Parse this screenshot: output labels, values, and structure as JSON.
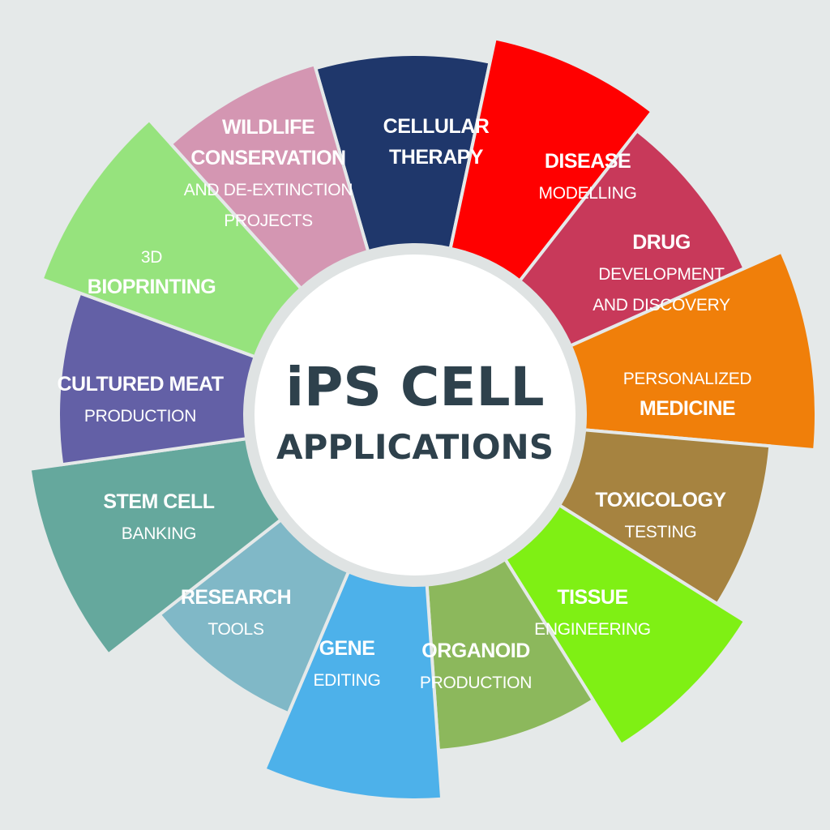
{
  "center": {
    "line1": "iPS CELL",
    "line2": "APPLICATIONS"
  },
  "segments": [
    {
      "id": "cellular-therapy",
      "color": "#1f376b",
      "lines": [
        {
          "text": "CELLULAR",
          "bold": true
        },
        {
          "text": "THERAPY",
          "bold": true
        }
      ]
    },
    {
      "id": "disease-modelling",
      "color": "#ff0000",
      "lines": [
        {
          "text": "DISEASE",
          "bold": true
        },
        {
          "text": "MODELLING",
          "bold": false
        }
      ]
    },
    {
      "id": "drug-development",
      "color": "#c8395a",
      "lines": [
        {
          "text": "DRUG",
          "bold": true
        },
        {
          "text": "DEVELOPMENT",
          "bold": false
        },
        {
          "text": "AND DISCOVERY",
          "bold": false
        }
      ]
    },
    {
      "id": "personalized-medicine",
      "color": "#f07f0a",
      "lines": [
        {
          "text": "PERSONALIZED",
          "bold": false
        },
        {
          "text": "MEDICINE",
          "bold": true
        }
      ]
    },
    {
      "id": "toxicology-testing",
      "color": "#a68340",
      "lines": [
        {
          "text": "TOXICOLOGY",
          "bold": true
        },
        {
          "text": "TESTING",
          "bold": false
        }
      ]
    },
    {
      "id": "tissue-engineering",
      "color": "#7ff014",
      "lines": [
        {
          "text": "TISSUE",
          "bold": true
        },
        {
          "text": "ENGINEERING",
          "bold": false
        }
      ]
    },
    {
      "id": "organoid-production",
      "color": "#8cb85c",
      "lines": [
        {
          "text": "ORGANOID",
          "bold": true
        },
        {
          "text": "PRODUCTION",
          "bold": false
        }
      ]
    },
    {
      "id": "gene-editing",
      "color": "#4db1ea",
      "lines": [
        {
          "text": "GENE",
          "bold": true
        },
        {
          "text": "EDITING",
          "bold": false
        }
      ]
    },
    {
      "id": "research-tools",
      "color": "#80b8c7",
      "lines": [
        {
          "text": "RESEARCH",
          "bold": true
        },
        {
          "text": "TOOLS",
          "bold": false
        }
      ]
    },
    {
      "id": "stem-cell-banking",
      "color": "#65a89d",
      "lines": [
        {
          "text": "STEM CELL",
          "bold": true
        },
        {
          "text": "BANKING",
          "bold": false
        }
      ]
    },
    {
      "id": "cultured-meat-production",
      "color": "#6360a6",
      "lines": [
        {
          "text": "CULTURED MEAT",
          "bold": true
        },
        {
          "text": "PRODUCTION",
          "bold": false
        }
      ]
    },
    {
      "id": "3d-bioprinting",
      "color": "#96e37d",
      "lines": [
        {
          "text": "3D",
          "bold": false
        },
        {
          "text": "BIOPRINTING",
          "bold": true
        }
      ]
    },
    {
      "id": "wildlife-conservation",
      "color": "#d496b2",
      "lines": [
        {
          "text": "WILDLIFE",
          "bold": true
        },
        {
          "text": "CONSERVATION",
          "bold": true
        },
        {
          "text": "AND DE-EXTINCTION",
          "bold": false
        },
        {
          "text": "PROJECTS",
          "bold": false
        }
      ]
    }
  ]
}
